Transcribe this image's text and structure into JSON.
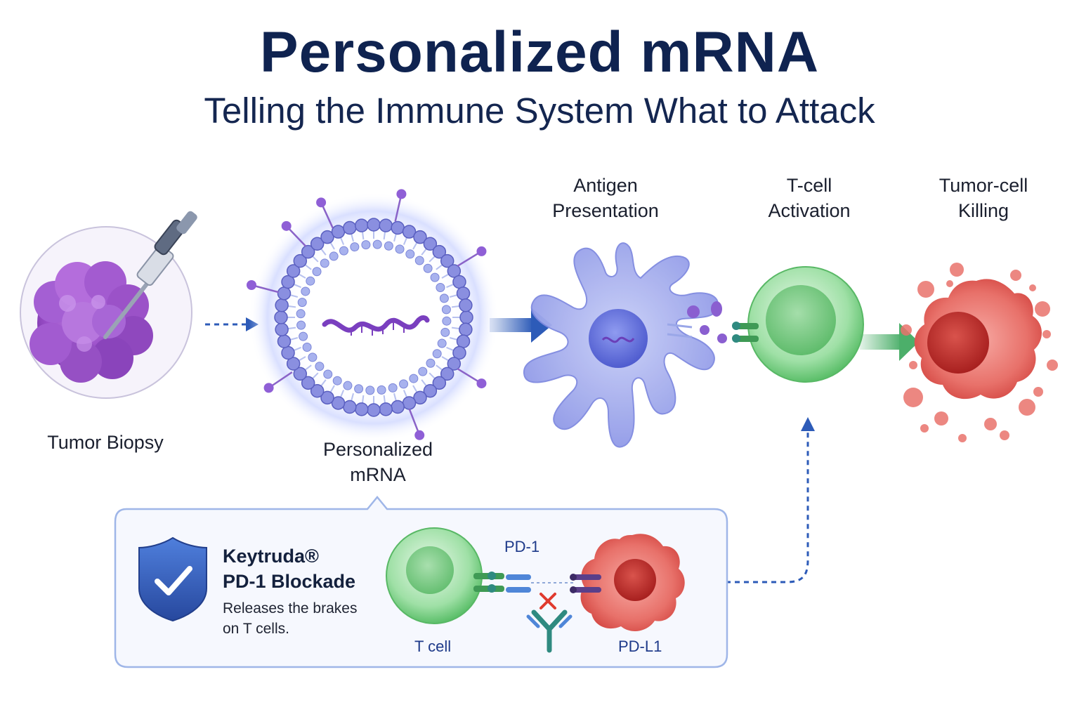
{
  "header": {
    "title": "Personalized mRNA",
    "subtitle": "Telling the Immune System What to Attack"
  },
  "steps": [
    {
      "line1": "Tumor Biopsy",
      "line2": ""
    },
    {
      "line1": "Personalized",
      "line2": "mRNA"
    },
    {
      "line1": "Antigen",
      "line2": "Presentation"
    },
    {
      "line1": "T-cell",
      "line2": "Activation"
    },
    {
      "line1": "Tumor-cell",
      "line2": "Killing"
    }
  ],
  "keytruda": {
    "drug_name": "Keytruda®",
    "mechanism": "PD-1 Blockade",
    "description_line1": "Releases the brakes",
    "description_line2": "on T cells.",
    "pd1_label": "PD-1",
    "tcell_label": "T cell",
    "pdl1_label": "PD-L1",
    "icon": "shield-check-icon"
  },
  "colors": {
    "title": "#0f2350",
    "tumor": "#9b4fc9",
    "lnp": "#6d6fd4",
    "dendritic": "#9aa4ec",
    "tcell": "#6fcf7a",
    "killed": "#e0605a",
    "arrow_blue": "#2d5bb8",
    "arrow_green": "#4caf6a"
  }
}
